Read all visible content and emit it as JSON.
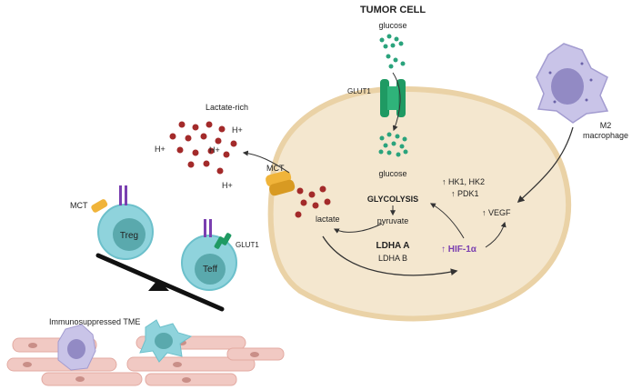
{
  "title": "TUMOR CELL",
  "labels": {
    "glucose_top": "glucose",
    "glut1_tumor": "GLUT1",
    "glucose_inner": "glucose",
    "glycolysis": "GLYCOLYSIS",
    "pyruvate": "pyruvate",
    "lactate": "lactate",
    "ldha": "LDHA A",
    "ldhb": "LDHA B",
    "hif": "↑ HIF-1α",
    "hk": "↑ HK1, HK2",
    "pdk": "↑ PDK1",
    "vegf": "↑ VEGF",
    "mct_tumor": "MCT",
    "lactate_rich": "Lactate-rich",
    "hplus_1": "H+",
    "hplus_2": "H+",
    "hplus_3": "H+",
    "hplus_4": "H+",
    "m2_line1": "M2",
    "m2_line2": "macrophage",
    "mct_treg": "MCT",
    "treg": "Treg",
    "teff": "Teff",
    "glut1_teff": "GLUT1",
    "tme": "Immunosuppressed TME"
  },
  "colors": {
    "cell_fill": "#f4e7cf",
    "cell_border": "#ead2a6",
    "glucose_dot": "#2aa37c",
    "glut": "#1f9a63",
    "lactate_dot": "#a32a2a",
    "mct": "#f0b43a",
    "hif": "#7a3fb0",
    "tcell": "#8fd3dc",
    "tcell_nucleus": "#5aa9ad",
    "macrophage": "#c9c4e8",
    "stroma": "#f1c9c3"
  }
}
